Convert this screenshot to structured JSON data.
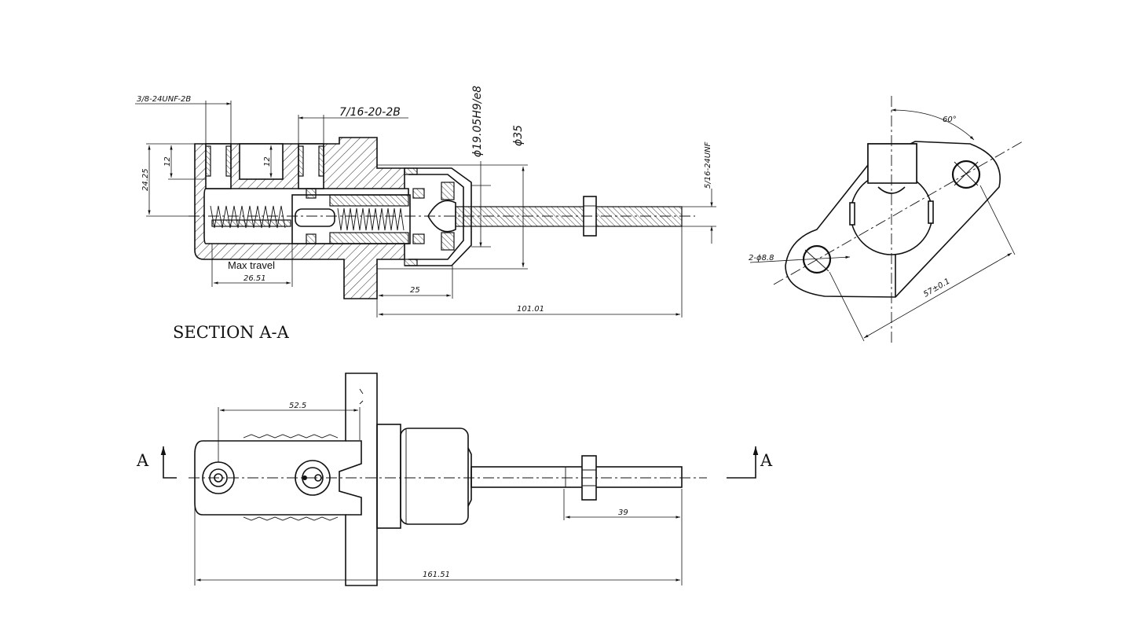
{
  "section": {
    "title": "SECTION A-A",
    "label_max_travel": "Max travel",
    "dims": {
      "port1_thread": "3/8-24UNF-2B",
      "port2_thread": "7/16-20-2B",
      "bore_fit": "ϕ19.05H9/e8",
      "outer_dia": "ϕ35",
      "rod_thread": "5/16-24UNF",
      "height": "24.25",
      "depth1": "12",
      "depth2": "12",
      "travel": "26.51",
      "flange_len": "25",
      "overall": "101.01"
    }
  },
  "side_view": {
    "angle": "60°",
    "holes": "2-ϕ8.8",
    "spacing": "57±0.1"
  },
  "top_view": {
    "section_marker_left": "A",
    "section_marker_right": "A",
    "dims": {
      "port_spacing": "52.5",
      "rod_len": "39",
      "overall": "161.51"
    }
  }
}
